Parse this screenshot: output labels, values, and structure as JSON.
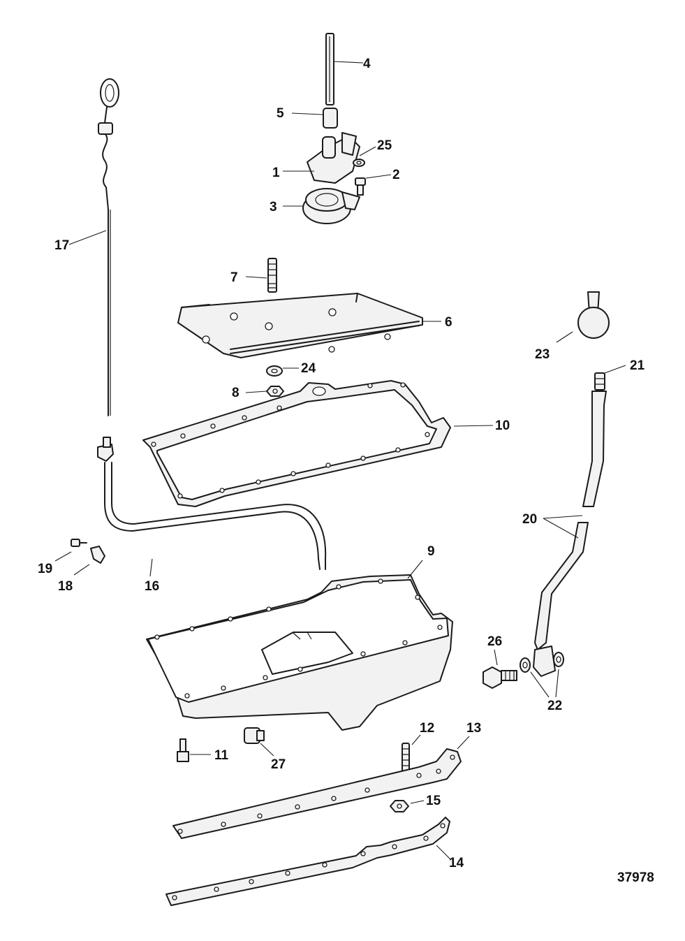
{
  "callouts": {
    "c1": "1",
    "c2": "2",
    "c3": "3",
    "c4": "4",
    "c5": "5",
    "c6": "6",
    "c7": "7",
    "c8": "8",
    "c9": "9",
    "c10": "10",
    "c11": "11",
    "c12": "12",
    "c13": "13",
    "c14": "14",
    "c15": "15",
    "c16": "16",
    "c17": "17",
    "c18": "18",
    "c19": "19",
    "c20": "20",
    "c21": "21",
    "c22": "22",
    "c23": "23",
    "c24": "24",
    "c25": "25",
    "c26": "26",
    "c27": "27"
  },
  "figure_id": "37978",
  "colors": {
    "line": "#1a1a1a",
    "background": "#ffffff",
    "shade": "#f2f2f2"
  }
}
